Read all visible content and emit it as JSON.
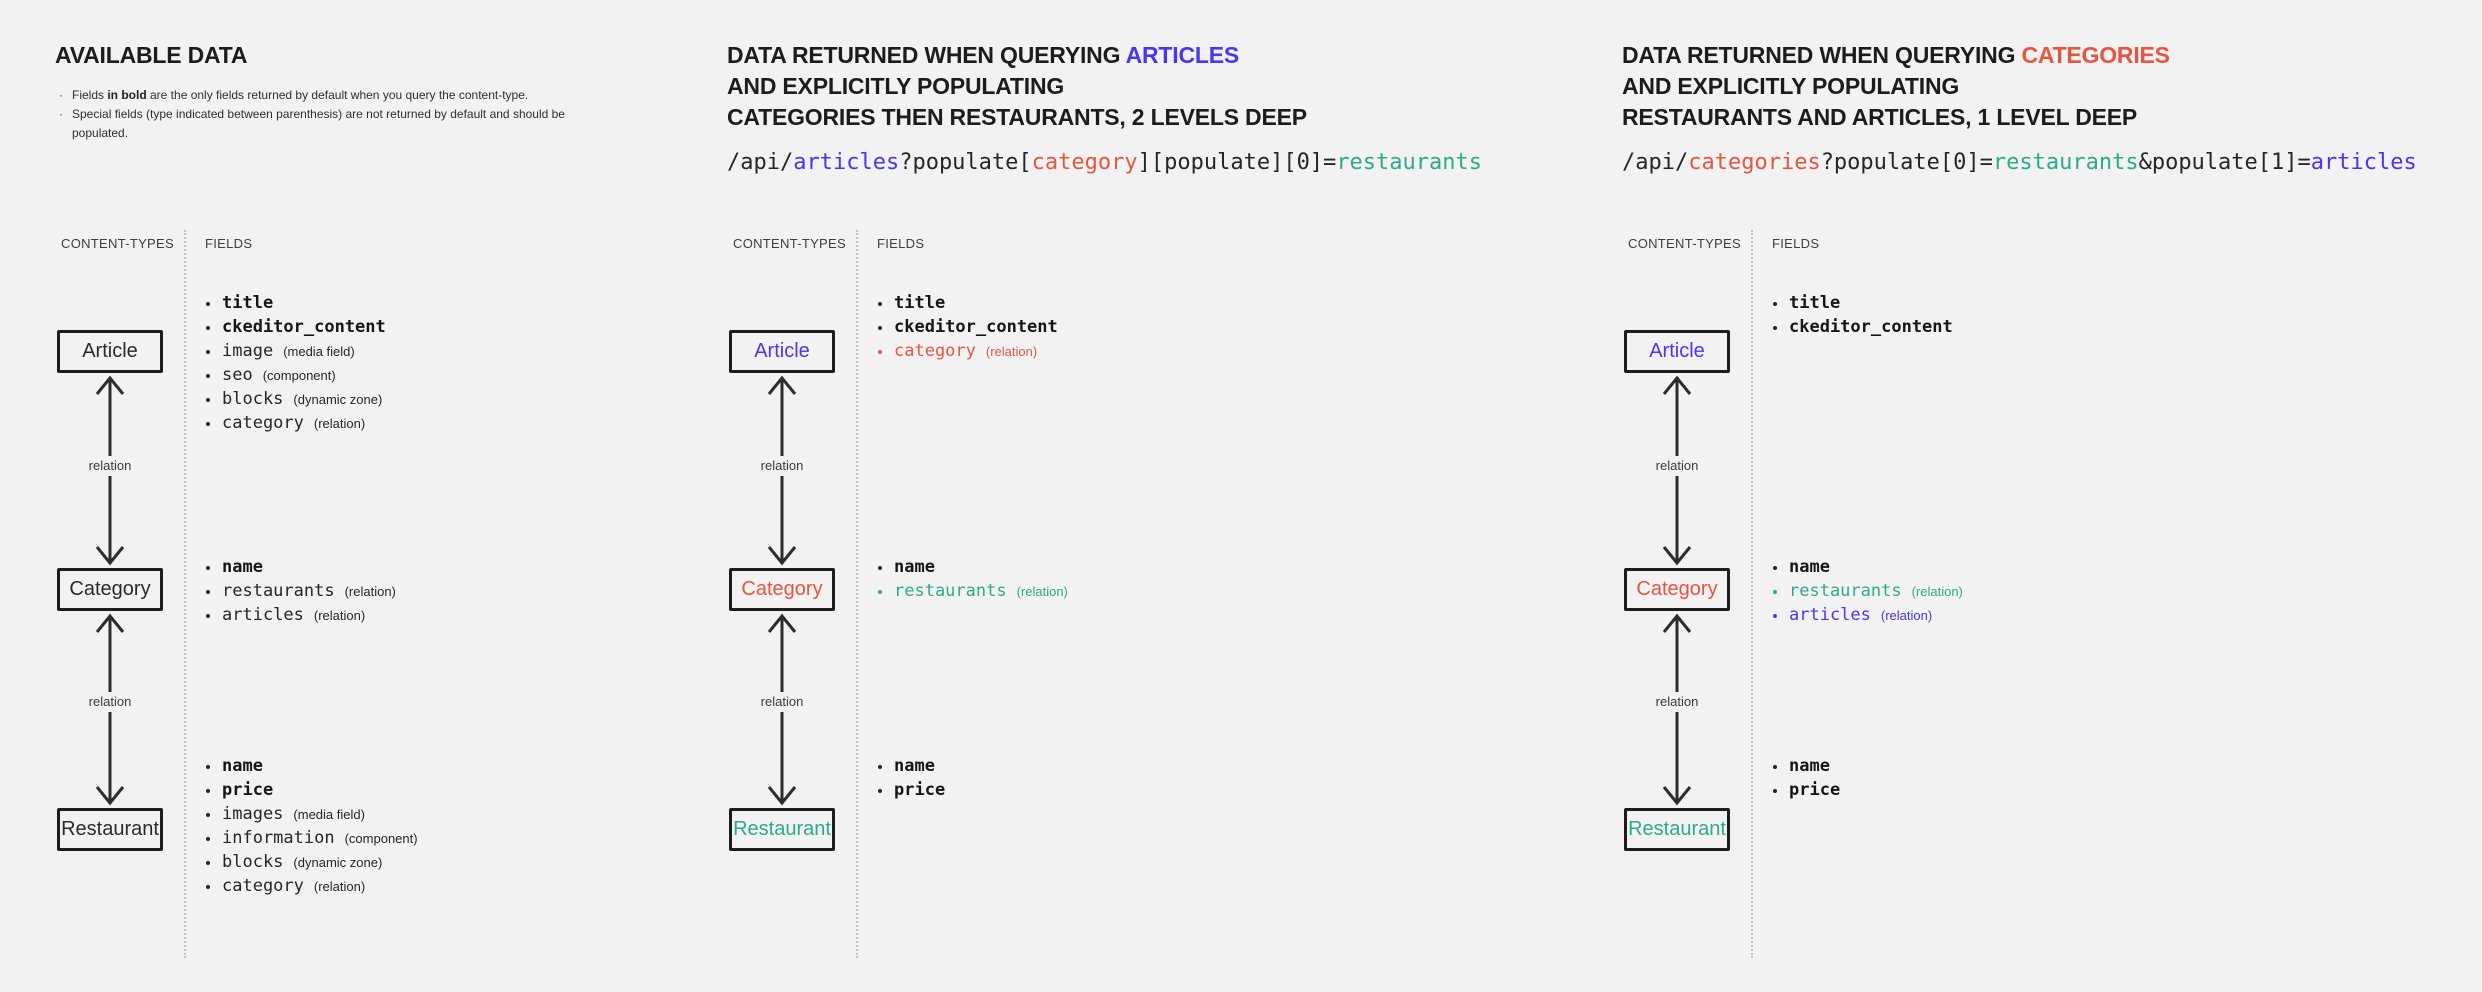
{
  "page_bg": "#f2f2f2",
  "colors": {
    "dark": "#262626",
    "blue": "#4537f2",
    "red": "#e8553f",
    "green": "#2caa8c"
  },
  "sections": [
    {
      "id": "available-data",
      "heading_lines": [
        [
          {
            "t": "AVAILABLE DATA"
          }
        ]
      ],
      "notes": [
        [
          {
            "t": "Fields "
          },
          {
            "t": "in bold",
            "b": true
          },
          {
            "t": " are the only fields returned by default when you query the content-type."
          }
        ],
        [
          {
            "t": "Special fields (type indicated between parenthesis) are not returned by default and should be populated."
          }
        ]
      ],
      "code": null,
      "column_headers": {
        "content_types": "CONTENT-TYPES",
        "fields": "FIELDS"
      },
      "relation_label": "relation",
      "nodes": [
        {
          "id": "article",
          "label": "Article",
          "label_color": "dark",
          "fields": [
            {
              "name": "title",
              "bold": true
            },
            {
              "name": "ckeditor_content",
              "bold": true
            },
            {
              "name": "image",
              "type": "(media field)"
            },
            {
              "name": "seo",
              "type": "(component)"
            },
            {
              "name": "blocks",
              "type": "(dynamic zone)"
            },
            {
              "name": "category",
              "type": "(relation)"
            }
          ]
        },
        {
          "id": "category",
          "label": "Category",
          "label_color": "dark",
          "fields": [
            {
              "name": "name",
              "bold": true
            },
            {
              "name": "restaurants",
              "type": "(relation)"
            },
            {
              "name": "articles",
              "type": "(relation)"
            }
          ]
        },
        {
          "id": "restaurant",
          "label": "Restaurant",
          "label_color": "dark",
          "fields": [
            {
              "name": "name",
              "bold": true
            },
            {
              "name": "price",
              "bold": true
            },
            {
              "name": "images",
              "type": "(media field)"
            },
            {
              "name": "information",
              "type": "(component)"
            },
            {
              "name": "blocks",
              "type": "(dynamic zone)"
            },
            {
              "name": "category",
              "type": "(relation)"
            }
          ]
        }
      ]
    },
    {
      "id": "query-articles",
      "heading_lines": [
        [
          {
            "t": "DATA RETURNED WHEN QUERYING "
          },
          {
            "t": "ARTICLES",
            "c": "blue"
          }
        ],
        [
          {
            "t": "AND EXPLICITLY POPULATING"
          }
        ],
        [
          {
            "t": "CATEGORIES THEN RESTAURANTS, 2 LEVELS DEEP"
          }
        ]
      ],
      "notes": null,
      "code": [
        {
          "t": "/api/"
        },
        {
          "t": "articles",
          "c": "blue"
        },
        {
          "t": "?populate["
        },
        {
          "t": "category",
          "c": "red"
        },
        {
          "t": "][populate][0]="
        },
        {
          "t": "restaurants",
          "c": "green"
        }
      ],
      "column_headers": {
        "content_types": "CONTENT-TYPES",
        "fields": "FIELDS"
      },
      "relation_label": "relation",
      "nodes": [
        {
          "id": "article",
          "label": "Article",
          "label_color": "blue",
          "fields": [
            {
              "name": "title",
              "bold": true
            },
            {
              "name": "ckeditor_content",
              "bold": true
            },
            {
              "name": "category",
              "type": "(relation)",
              "color": "red"
            }
          ]
        },
        {
          "id": "category",
          "label": "Category",
          "label_color": "red",
          "fields": [
            {
              "name": "name",
              "bold": true
            },
            {
              "name": "restaurants",
              "type": "(relation)",
              "color": "green"
            }
          ]
        },
        {
          "id": "restaurant",
          "label": "Restaurant",
          "label_color": "green",
          "fields": [
            {
              "name": "name",
              "bold": true
            },
            {
              "name": "price",
              "bold": true
            }
          ]
        }
      ]
    },
    {
      "id": "query-categories",
      "heading_lines": [
        [
          {
            "t": "DATA RETURNED WHEN QUERYING "
          },
          {
            "t": "CATEGORIES",
            "c": "red"
          }
        ],
        [
          {
            "t": "AND EXPLICITLY POPULATING"
          }
        ],
        [
          {
            "t": "RESTAURANTS AND ARTICLES, 1 LEVEL DEEP"
          }
        ]
      ],
      "notes": null,
      "code": [
        {
          "t": "/api/"
        },
        {
          "t": "categories",
          "c": "red"
        },
        {
          "t": "?populate[0]="
        },
        {
          "t": "restaurants",
          "c": "green"
        },
        {
          "t": "&populate[1]="
        },
        {
          "t": "articles",
          "c": "blue"
        }
      ],
      "column_headers": {
        "content_types": "CONTENT-TYPES",
        "fields": "FIELDS"
      },
      "relation_label": "relation",
      "nodes": [
        {
          "id": "article",
          "label": "Article",
          "label_color": "blue",
          "fields": [
            {
              "name": "title",
              "bold": true
            },
            {
              "name": "ckeditor_content",
              "bold": true
            }
          ]
        },
        {
          "id": "category",
          "label": "Category",
          "label_color": "red",
          "fields": [
            {
              "name": "name",
              "bold": true
            },
            {
              "name": "restaurants",
              "type": "(relation)",
              "color": "green"
            },
            {
              "name": "articles",
              "type": "(relation)",
              "color": "blue"
            }
          ]
        },
        {
          "id": "restaurant",
          "label": "Restaurant",
          "label_color": "green",
          "fields": [
            {
              "name": "name",
              "bold": true
            },
            {
              "name": "price",
              "bold": true
            }
          ]
        }
      ]
    }
  ]
}
